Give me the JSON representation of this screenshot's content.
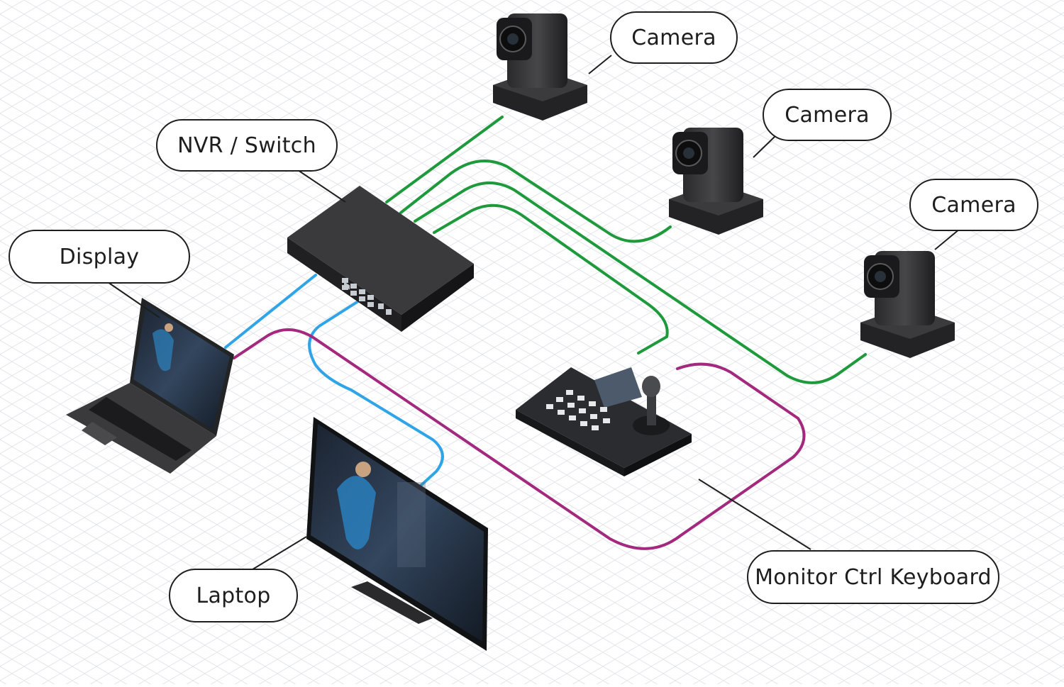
{
  "labels": {
    "camera_1": "Camera",
    "camera_2": "Camera",
    "camera_3": "Camera",
    "nvr_switch": "NVR / Switch",
    "display": "Display",
    "laptop": "Laptop",
    "keyboard": "Monitor Ctrl Keyboard"
  },
  "cable_colors": {
    "green": "#1e9a3c",
    "blue": "#2fa4e7",
    "purple": "#a3297f"
  }
}
